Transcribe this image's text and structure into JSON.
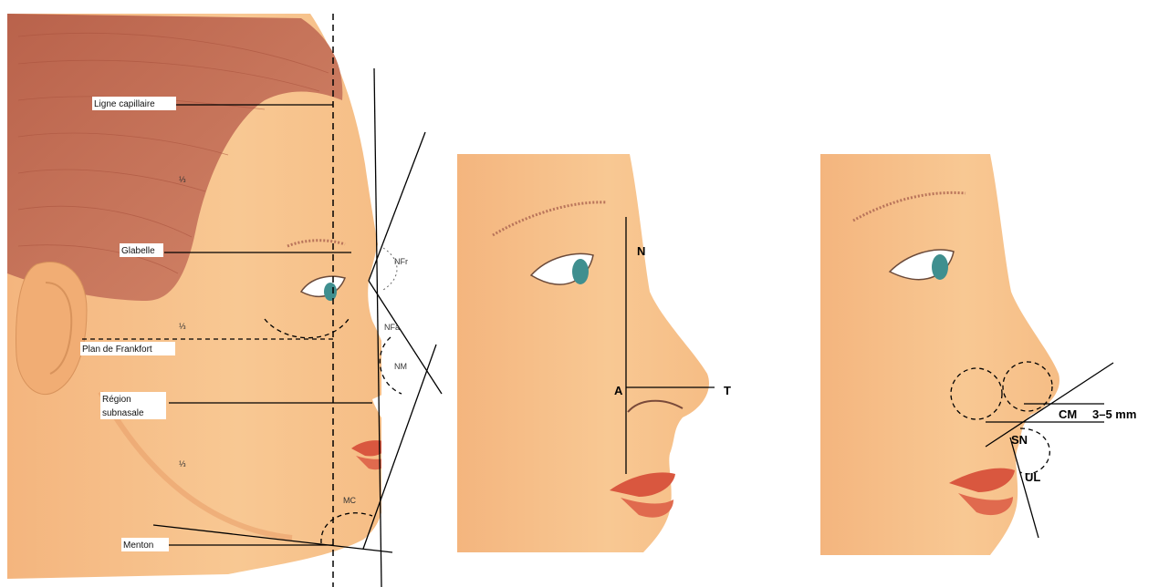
{
  "colors": {
    "skin": "#f6c48c",
    "skin_shadow": "#e9a86f",
    "hair": "#c9735a",
    "lips": "#d9573f",
    "eye": "#3f8f8f",
    "line": "#000000"
  },
  "panel_left": {
    "labels": {
      "ligne_capillaire": "Ligne capillaire",
      "glabelle": "Glabelle",
      "plan_de_frankfort": "Plan de Frankfort",
      "region_subnasale_1": "Région",
      "region_subnasale_2": "subnasale",
      "menton": "Menton"
    },
    "fractions": [
      "⅓",
      "⅓",
      "⅓"
    ],
    "angles": {
      "nfr": "NFr",
      "nfa": "NFa",
      "nm": "NM",
      "mc": "MC"
    }
  },
  "panel_middle": {
    "labels": {
      "n": "N",
      "a": "A",
      "t": "T"
    }
  },
  "panel_right": {
    "labels": {
      "cm": "CM",
      "measure": "3–5 mm",
      "sn": "SN",
      "ul": "UL"
    }
  }
}
